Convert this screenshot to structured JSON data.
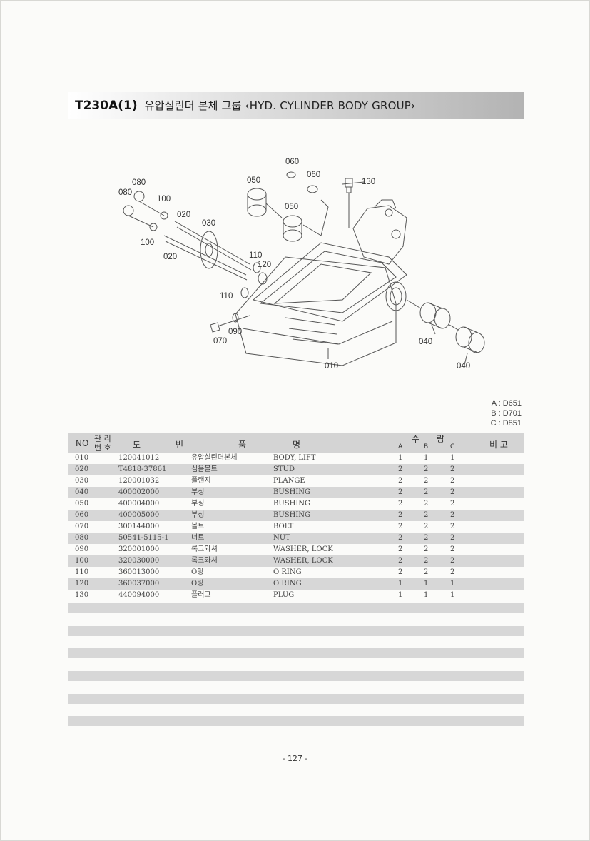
{
  "header": {
    "code": "T230A(1)",
    "title": "유압실린더 본체 그룹 ‹HYD. CYLINDER BODY   GROUP›"
  },
  "diagram": {
    "callouts": [
      "060",
      "060",
      "130",
      "050",
      "050",
      "080",
      "080",
      "100",
      "020",
      "030",
      "100",
      "020",
      "110",
      "120",
      "110",
      "090",
      "070",
      "010",
      "040",
      "040"
    ]
  },
  "models": [
    "A : D651",
    "B : D701",
    "C : D851"
  ],
  "table": {
    "headers": {
      "no": "NO",
      "mgmt_top": "관 리",
      "mgmt_bottom": "번 호",
      "drawing_1": "도",
      "drawing_2": "번",
      "name_1": "품",
      "name_2": "명",
      "qty_1": "수",
      "qty_2": "량",
      "col_a": "A",
      "col_b": "B",
      "col_c": "C",
      "remarks": "비 고"
    },
    "rows": [
      {
        "no": "010",
        "part": "120041012",
        "kor": "유압실린더본체",
        "eng": "BODY, LIFT",
        "a": "1",
        "b": "1",
        "c": "1"
      },
      {
        "no": "020",
        "part": "T4818-37861",
        "kor": "심음볼트",
        "eng": "STUD",
        "a": "2",
        "b": "2",
        "c": "2"
      },
      {
        "no": "030",
        "part": "120001032",
        "kor": "플랜지",
        "eng": "PLANGE",
        "a": "2",
        "b": "2",
        "c": "2"
      },
      {
        "no": "040",
        "part": "400002000",
        "kor": "부싱",
        "eng": "BUSHING",
        "a": "2",
        "b": "2",
        "c": "2"
      },
      {
        "no": "050",
        "part": "400004000",
        "kor": "부싱",
        "eng": "BUSHING",
        "a": "2",
        "b": "2",
        "c": "2"
      },
      {
        "no": "060",
        "part": "400005000",
        "kor": "부싱",
        "eng": "BUSHING",
        "a": "2",
        "b": "2",
        "c": "2"
      },
      {
        "no": "070",
        "part": "300144000",
        "kor": "볼트",
        "eng": "BOLT",
        "a": "2",
        "b": "2",
        "c": "2"
      },
      {
        "no": "080",
        "part": "50541-5115-1",
        "kor": "너트",
        "eng": "NUT",
        "a": "2",
        "b": "2",
        "c": "2"
      },
      {
        "no": "090",
        "part": "320001000",
        "kor": "록크와셔",
        "eng": "WASHER, LOCK",
        "a": "2",
        "b": "2",
        "c": "2"
      },
      {
        "no": "100",
        "part": "320030000",
        "kor": "록크와셔",
        "eng": "WASHER, LOCK",
        "a": "2",
        "b": "2",
        "c": "2"
      },
      {
        "no": "110",
        "part": "360013000",
        "kor": "O링",
        "eng": "O RING",
        "a": "2",
        "b": "2",
        "c": "2"
      },
      {
        "no": "120",
        "part": "360037000",
        "kor": "O링",
        "eng": "O RING",
        "a": "1",
        "b": "1",
        "c": "1"
      },
      {
        "no": "130",
        "part": "440094000",
        "kor": "플러그",
        "eng": "PLUG",
        "a": "1",
        "b": "1",
        "c": "1"
      }
    ]
  },
  "footer": {
    "page_number": "- 127 -"
  }
}
